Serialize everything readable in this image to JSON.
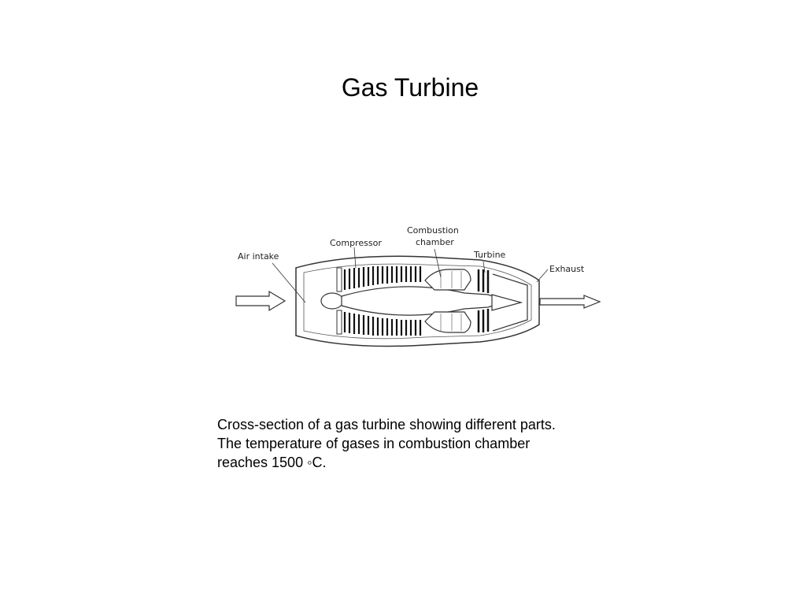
{
  "slide": {
    "title": "Gas Turbine"
  },
  "diagram": {
    "labels": {
      "air_intake": "Air intake",
      "compressor": "Compressor",
      "combustion_line1": "Combustion",
      "combustion_line2": "chamber",
      "turbine": "Turbine",
      "exhaust": "Exhaust"
    }
  },
  "caption": {
    "line1": "Cross-section of a gas turbine showing different parts.",
    "line2": "The temperature of gases in combustion chamber",
    "line3": "reaches 1500 ◦C."
  }
}
